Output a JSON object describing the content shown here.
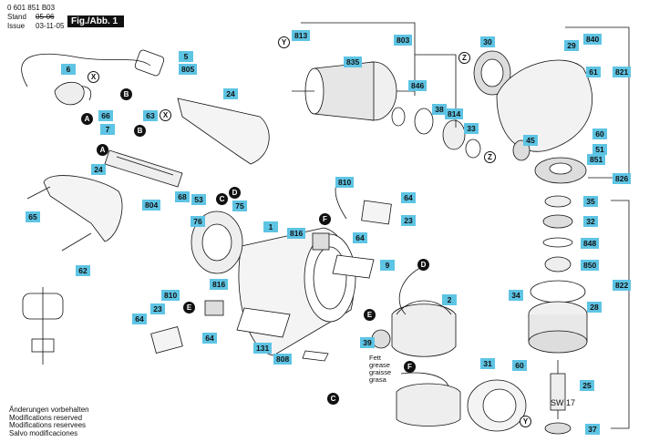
{
  "header": {
    "doc_number": "0 601 851 B03",
    "stand_label": "Stand",
    "issue_label": "Issue",
    "old_date": "05-06",
    "issue_date": "03-11-05",
    "figure_label": "Fig./Abb. 1"
  },
  "parts": [
    {
      "id": "p5",
      "label": "5"
    },
    {
      "id": "p805",
      "label": "805"
    },
    {
      "id": "p6",
      "label": "6"
    },
    {
      "id": "p7",
      "label": "7"
    },
    {
      "id": "p66",
      "label": "66"
    },
    {
      "id": "p63",
      "label": "63"
    },
    {
      "id": "p24a",
      "label": "24"
    },
    {
      "id": "p24b",
      "label": "24"
    },
    {
      "id": "p65",
      "label": "65"
    },
    {
      "id": "p804",
      "label": "804"
    },
    {
      "id": "p68",
      "label": "68"
    },
    {
      "id": "p53",
      "label": "53"
    },
    {
      "id": "p813",
      "label": "813"
    },
    {
      "id": "p803",
      "label": "803"
    },
    {
      "id": "p835",
      "label": "835"
    },
    {
      "id": "p846",
      "label": "846"
    },
    {
      "id": "p38",
      "label": "38"
    },
    {
      "id": "p814",
      "label": "814"
    },
    {
      "id": "p33",
      "label": "33"
    },
    {
      "id": "p30",
      "label": "30"
    },
    {
      "id": "p29",
      "label": "29"
    },
    {
      "id": "p840",
      "label": "840"
    },
    {
      "id": "p821",
      "label": "821"
    },
    {
      "id": "p61",
      "label": "61"
    },
    {
      "id": "p60a",
      "label": "60"
    },
    {
      "id": "p51",
      "label": "51"
    },
    {
      "id": "p851",
      "label": "851"
    },
    {
      "id": "p45",
      "label": "45"
    },
    {
      "id": "p826",
      "label": "826"
    },
    {
      "id": "p35",
      "label": "35"
    },
    {
      "id": "p32",
      "label": "32"
    },
    {
      "id": "p848",
      "label": "848"
    },
    {
      "id": "p850",
      "label": "850"
    },
    {
      "id": "p822",
      "label": "822"
    },
    {
      "id": "p34",
      "label": "34"
    },
    {
      "id": "p28",
      "label": "28"
    },
    {
      "id": "p60b",
      "label": "60"
    },
    {
      "id": "p25",
      "label": "25"
    },
    {
      "id": "p37",
      "label": "37"
    },
    {
      "id": "p810a",
      "label": "810"
    },
    {
      "id": "p64a",
      "label": "64"
    },
    {
      "id": "p23a",
      "label": "23"
    },
    {
      "id": "p816a",
      "label": "816"
    },
    {
      "id": "p64b",
      "label": "64"
    },
    {
      "id": "p9",
      "label": "9"
    },
    {
      "id": "p1",
      "label": "1"
    },
    {
      "id": "p75",
      "label": "75"
    },
    {
      "id": "p76",
      "label": "76"
    },
    {
      "id": "p62",
      "label": "62"
    },
    {
      "id": "p810b",
      "label": "810"
    },
    {
      "id": "p816b",
      "label": "816"
    },
    {
      "id": "p23b",
      "label": "23"
    },
    {
      "id": "p64c",
      "label": "64"
    },
    {
      "id": "p64d",
      "label": "64"
    },
    {
      "id": "p131",
      "label": "131"
    },
    {
      "id": "p808",
      "label": "808"
    },
    {
      "id": "p2",
      "label": "2"
    },
    {
      "id": "p39",
      "label": "39"
    },
    {
      "id": "p31",
      "label": "31"
    }
  ],
  "letters": [
    "X",
    "B",
    "A",
    "C",
    "D",
    "Y",
    "Z",
    "F",
    "E"
  ],
  "grease_text": [
    "Fett",
    "grease",
    "graisse",
    "grasa"
  ],
  "spanner_text": "SW 17",
  "footer": [
    "Änderungen vorbehalten",
    "Modifications reserved",
    "Modifications reservees",
    "Salvo modificaciones"
  ]
}
